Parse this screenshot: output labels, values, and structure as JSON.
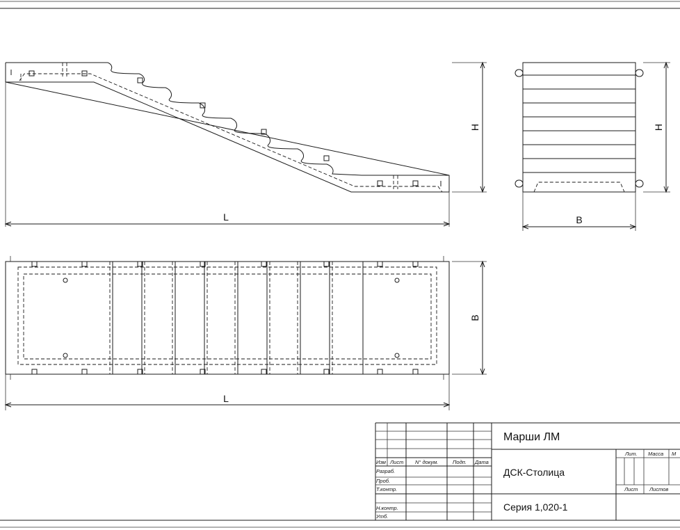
{
  "dimensions": {
    "length": "L",
    "height": "H",
    "width": "B"
  },
  "title_block": {
    "title": "Марши ЛМ",
    "organization": "ДСК-Столица",
    "series": "Серия 1,020-1",
    "columns": {
      "change": "Изм",
      "sheet": "Лист",
      "doc_number": "N° докум.",
      "signature": "Подп.",
      "date": "Дата"
    },
    "rows": {
      "developed": "Разраб.",
      "checked": "Проб.",
      "tech_control": "Т.контр.",
      "norm_control": "Н.контр.",
      "approved": "Утб."
    },
    "right_headers": {
      "letter": "Лит.",
      "mass": "Масса",
      "scale": "М",
      "sheet": "Лист",
      "sheets": "Листов"
    }
  }
}
